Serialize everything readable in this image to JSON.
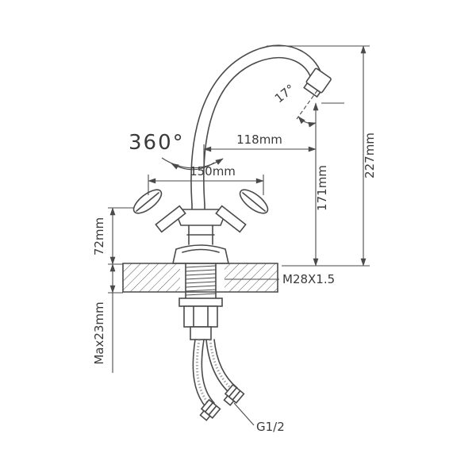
{
  "drawing": {
    "type": "technical-drawing",
    "subject": "kitchen faucet dimension diagram",
    "background": "#ffffff",
    "line_color": "#4a4a4a",
    "annotations": {
      "rotation_range": "360°",
      "outlet_angle": "17°",
      "spout_reach": "118mm",
      "handle_span": "150mm",
      "overall_height": "227mm",
      "outlet_height": "171mm",
      "body_height": "72mm",
      "mounting_thread": "M28X1.5",
      "max_deck_thickness": "Max23mm",
      "hose_connection": "G1/2"
    }
  }
}
